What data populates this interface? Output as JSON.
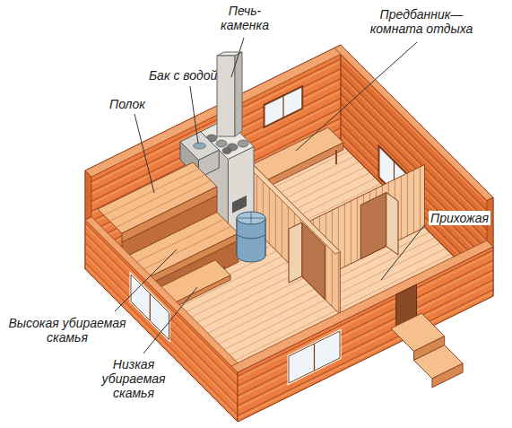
{
  "diagram": {
    "labels": [
      "Печь-каменка",
      "Предбанник—комната отдыха",
      "Бак с водой",
      "Полок",
      "Прихожая",
      "Высокая убираемая скамья",
      "Низкая убираемая скамья"
    ]
  }
}
